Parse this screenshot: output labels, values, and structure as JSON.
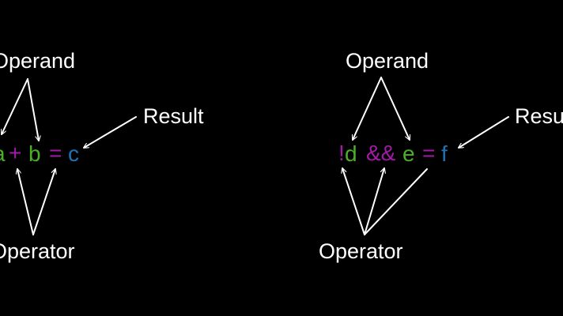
{
  "colors": {
    "background": "#000000",
    "label": "#ffffff",
    "operand": "#4caf28",
    "operator": "#a41aa8",
    "result": "#1e73b8"
  },
  "left": {
    "operand_label": "Operand",
    "result_label": "Result",
    "operator_label": "Operator",
    "tokens": {
      "operand_a": "a",
      "op_plus": "+",
      "operand_b": "b",
      "op_eq": "=",
      "result_c": "c"
    }
  },
  "right": {
    "operand_label": "Operand",
    "result_label": "Result",
    "operator_label": "Operator",
    "tokens": {
      "op_not": "!",
      "operand_d": "d",
      "op_and": "&&",
      "operand_e": "e",
      "op_eq": "=",
      "result_f": "f"
    }
  }
}
